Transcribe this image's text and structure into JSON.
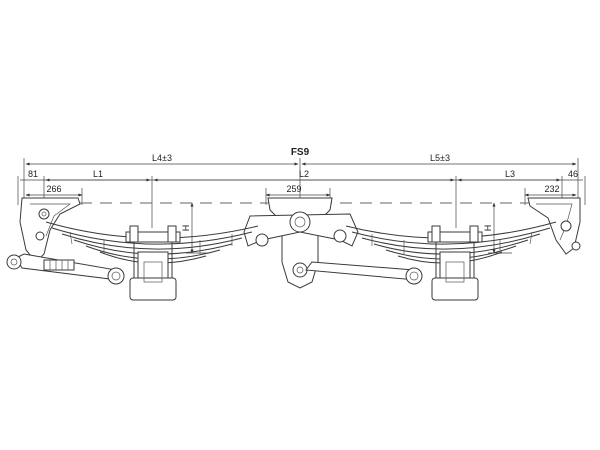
{
  "title": "FS9",
  "dimensions": {
    "l4": "L4±3",
    "l5": "L5±3",
    "l1": "L1",
    "l2": "L2",
    "l3": "L3",
    "d81": "81",
    "d266": "266",
    "d259": "259",
    "d232": "232",
    "d46": "46",
    "h_left": "H",
    "h_right": "H"
  }
}
